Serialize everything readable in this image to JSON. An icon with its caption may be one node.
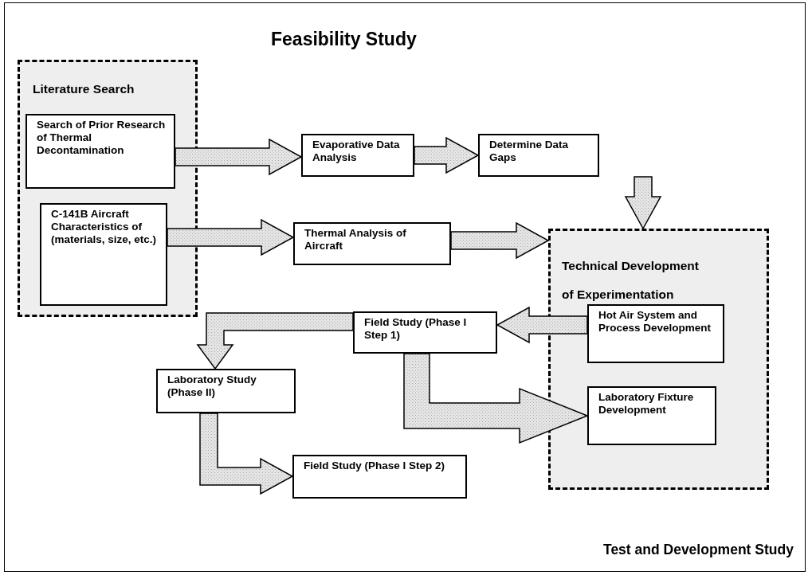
{
  "diagram": {
    "nodes": [
      {
        "text": [
          "Literature Search"
        ]
      },
      {
        "text": [
          "Search of Prior Research of Thermal Decontamination"
        ],
        "in": 0
      },
      {
        "text": [
          "C-141B Aircraft Characteristics of (materials, size, etc.)"
        ],
        "in": 0
      },
      {
        "text": [
          "Evaporative Data Analysis"
        ]
      },
      {
        "text": [
          "Determine Data Gaps"
        ]
      },
      {
        "text": [
          "Thermal Analysis of Aircraft"
        ]
      },
      {
        "text": [
          "Technical Development of Experimentation"
        ]
      },
      {
        "text": [
          "Field Study (Phase I Step 1)"
        ]
      },
      {
        "text": [
          "Hot Air System and Process Development"
        ],
        "in": 6
      },
      {
        "text": [
          "Laboratory Study (Phase II)"
        ]
      },
      {
        "text": [
          "Laboratory Fixture Development"
        ],
        "in": 6
      },
      {
        "text": [
          "Field Study (Phase I Step 2)"
        ]
      }
    ],
    "edges": [
      {
        "from": 1,
        "to": 3,
        "arrow": "to"
      },
      {
        "from": 3,
        "to": 4,
        "arrow": "to"
      },
      {
        "from": 4,
        "to": 6,
        "arrow": "to"
      },
      {
        "from": 2,
        "to": 5,
        "arrow": "to"
      },
      {
        "from": 5,
        "to": 6,
        "arrow": "to"
      },
      {
        "from": 8,
        "to": 7,
        "arrow": "to"
      },
      {
        "from": 7,
        "to": 10,
        "arrow": "to"
      },
      {
        "from": 7,
        "to": 9,
        "arrow": "to"
      },
      {
        "from": 9,
        "to": 11,
        "arrow": "to"
      }
    ],
    "labels": [
      "Feasibility Study",
      "Test and Development Study"
    ]
  }
}
